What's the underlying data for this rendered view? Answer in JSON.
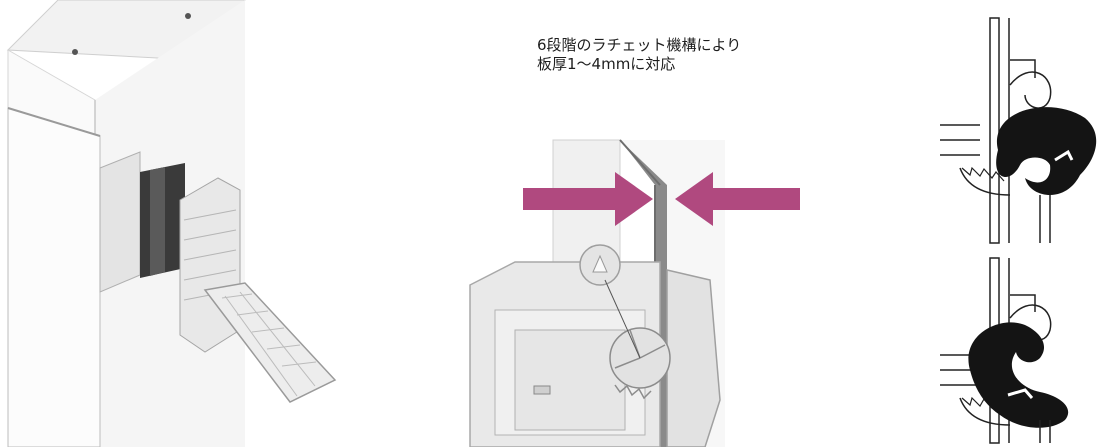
{
  "caption": {
    "line1": "6段階のラチェット機構により",
    "line2": "板厚1〜4mmに対応"
  },
  "colors": {
    "arrow": "#B0497F",
    "panel_edge": "#6d6d6d",
    "latch_body": "#e6e6e6",
    "cam": "#141414"
  },
  "icons": {
    "press_arrows": "arrow-right / arrow-left (clamping direction)"
  }
}
